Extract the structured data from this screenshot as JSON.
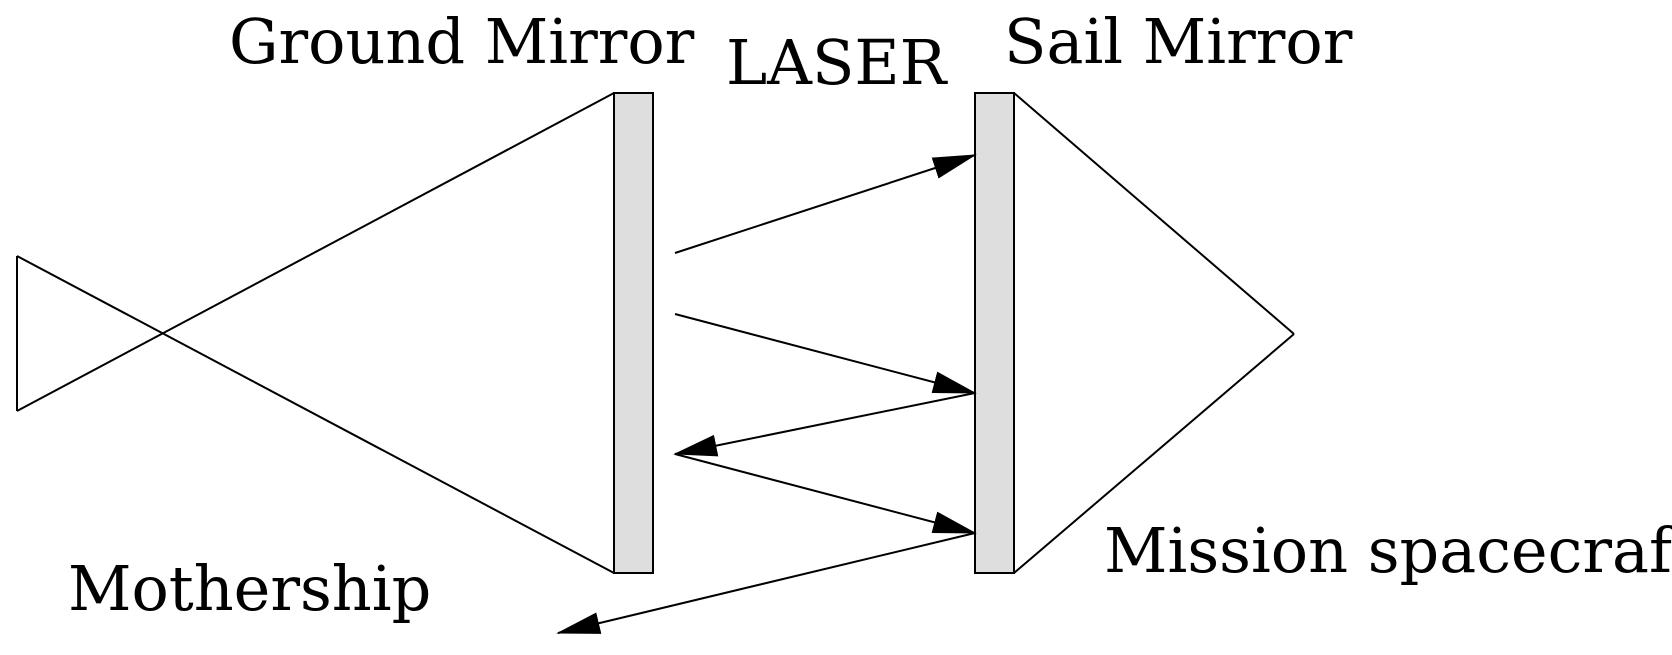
{
  "labels": {
    "ground_mirror": "Ground Mirror",
    "laser": "LASER",
    "sail_mirror": "Sail Mirror",
    "mission_spacecraft": "Mission spacecraft",
    "mothership": "Mothership"
  },
  "colors": {
    "mirror_fill": "#dedede",
    "line": "#000000",
    "background": "#ffffff"
  }
}
